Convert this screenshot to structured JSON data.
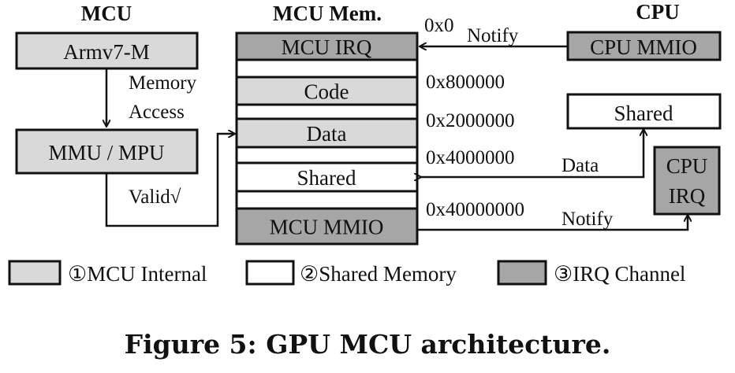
{
  "colors": {
    "mcu_internal": "#d9d9d9",
    "shared_memory": "#ffffff",
    "irq_channel": "#a6a6a6",
    "stroke": "#111111"
  },
  "headings": {
    "mcu": "MCU",
    "mcu_mem": "MCU Mem.",
    "cpu": "CPU"
  },
  "mcu": {
    "core": "Armv7-M",
    "mmu": "MMU / MPU",
    "edge_memory_access": [
      "Memory",
      "Access"
    ],
    "edge_valid": "Valid√"
  },
  "memory_map": {
    "regions": [
      {
        "label": "MCU IRQ",
        "type": "irq"
      },
      {
        "label": "",
        "type": "shared"
      },
      {
        "label": "Code",
        "type": "internal"
      },
      {
        "label": "",
        "type": "shared"
      },
      {
        "label": "Data",
        "type": "internal"
      },
      {
        "label": "",
        "type": "shared"
      },
      {
        "label": "Shared",
        "type": "shared"
      },
      {
        "label": "",
        "type": "shared"
      },
      {
        "label": "MCU MMIO",
        "type": "irq"
      }
    ],
    "addresses": [
      "0x0",
      "0x800000",
      "0x2000000",
      "0x4000000",
      "0x40000000"
    ]
  },
  "cpu": {
    "mmio": "CPU MMIO",
    "shared": "Shared",
    "irq": [
      "CPU",
      "IRQ"
    ]
  },
  "edges": {
    "notify_top": "Notify",
    "data": "Data",
    "notify_bottom": "Notify"
  },
  "legend": [
    {
      "label": "①MCU Internal",
      "type": "internal"
    },
    {
      "label": "②Shared Memory",
      "type": "shared"
    },
    {
      "label": "③IRQ Channel",
      "type": "irq"
    }
  ],
  "caption": "Figure 5: GPU MCU architecture."
}
